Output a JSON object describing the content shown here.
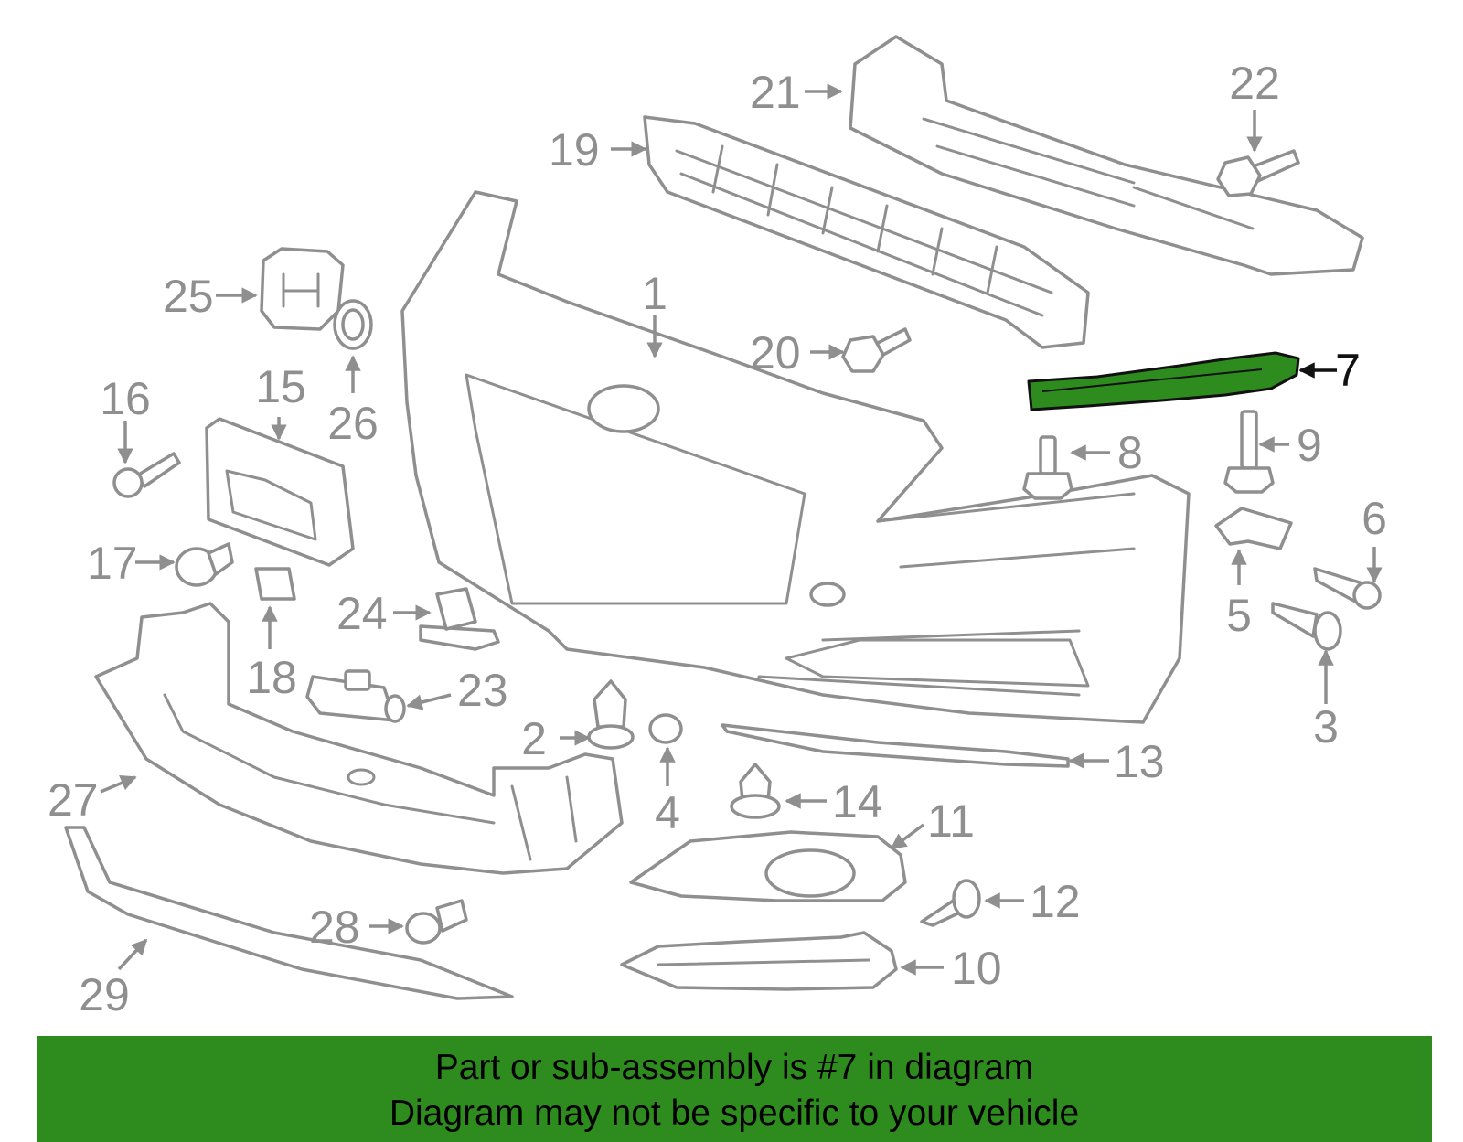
{
  "diagram": {
    "highlight_color": "#2e8b1e",
    "part_color": "#8f8f8f",
    "highlighted_part": "7",
    "callouts": [
      "1",
      "2",
      "3",
      "4",
      "5",
      "6",
      "7",
      "8",
      "9",
      "10",
      "11",
      "12",
      "13",
      "14",
      "15",
      "16",
      "17",
      "18",
      "19",
      "20",
      "21",
      "22",
      "23",
      "24",
      "25",
      "26",
      "27",
      "28",
      "29"
    ]
  },
  "banner": {
    "line1": "Part or sub-assembly is #7 in diagram",
    "line2": "Diagram may not be specific to your vehicle"
  }
}
